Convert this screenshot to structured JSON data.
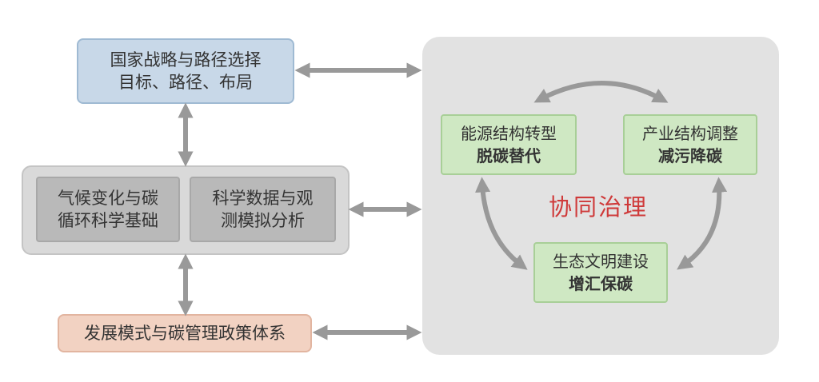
{
  "strategy": {
    "line1": "国家战略与路径选择",
    "line2": "目标、路径、布局"
  },
  "science": {
    "climate": {
      "line1": "气候变化与碳",
      "line2": "循环科学基础"
    },
    "data": {
      "line1": "科学数据与观",
      "line2": "测模拟分析"
    }
  },
  "development": {
    "label": "发展模式与碳管理政策体系"
  },
  "governance": {
    "center_label": "协同治理",
    "energy": {
      "line1": "能源结构转型",
      "line2": "脱碳替代"
    },
    "industry": {
      "line1": "产业结构调整",
      "line2": "减污降碳"
    },
    "ecology": {
      "line1": "生态文明建设",
      "line2": "增汇保碳"
    }
  },
  "colors": {
    "arrow": "#999999",
    "strategy_fill": "#c8d8e8",
    "science_fill": "#d9d9d9",
    "development_fill": "#f2d2c2",
    "governance_fill": "#e2e2e2",
    "green_fill": "#cfe8c3",
    "center_text": "#cf3a3a"
  }
}
